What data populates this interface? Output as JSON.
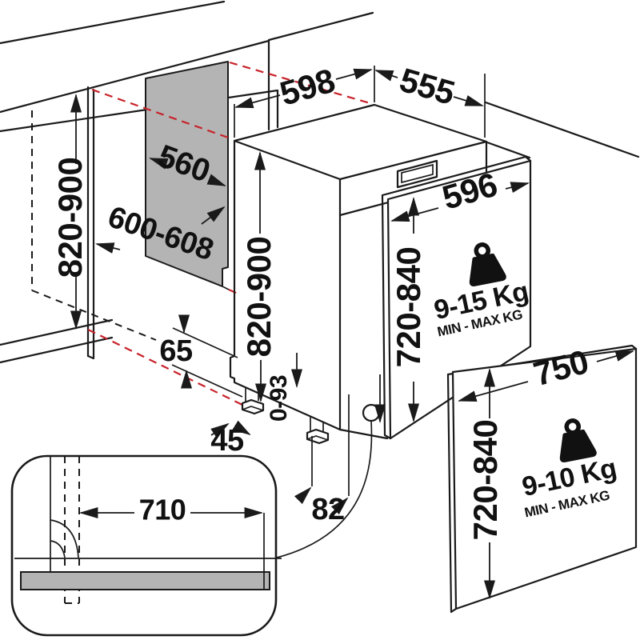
{
  "diagram": {
    "colors": {
      "line": "#1a1a1a",
      "red": "#c8232b",
      "panel": "#b4b4b4",
      "paper": "#ffffff"
    },
    "niche": {
      "height": "820-900",
      "width": "600-608",
      "back_panel_width": "560"
    },
    "appliance": {
      "width": "598",
      "depth": "555",
      "height": "820-900",
      "plinth_clearance": "65",
      "foot_inset": "45",
      "feet_adjust_range": "0-93",
      "foot_depth_offset": "82"
    },
    "door_small": {
      "width": "596",
      "height": "720-840",
      "weight": "9-15 Kg",
      "weight_caption": "MIN - MAX KG"
    },
    "door_large": {
      "width": "750",
      "height": "720-840",
      "weight": "9-10 Kg",
      "weight_caption": "MIN - MAX KG"
    },
    "plinth_detail": {
      "recess_width": "710"
    }
  }
}
